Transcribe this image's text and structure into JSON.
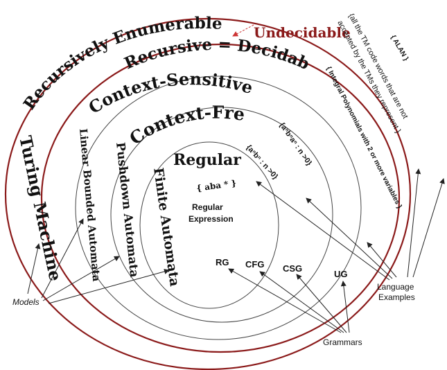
{
  "colors": {
    "outer_ring": "#8b1a1a",
    "inner_ring": "#444444",
    "undecidable_text": "#8b1a1a",
    "dashed_arrow": "#cc3333"
  },
  "languages": {
    "recursively_enumerable": "Recursively Enumerable",
    "recursive_decidable": "Recursive = Decidable",
    "context_sensitive": "Context-Sensitive",
    "context_free": "Context-Free",
    "regular": "Regular",
    "undecidable": "Undecidable"
  },
  "models": {
    "turing_machine": "Turing Machine",
    "linear_bounded_automata": "Linear Bounded Automata",
    "pushdown_automata": "Pushdown Automata",
    "finite_automata": "Finite Automata",
    "caption": "Models"
  },
  "grammars": {
    "rg": "RG",
    "cfg": "CFG",
    "csg": "CSG",
    "ug": "UG",
    "caption": "Grammars"
  },
  "examples": {
    "regular_expression_line1": "Regular",
    "regular_expression_line2": "Expression",
    "regular": "{ aba * }",
    "context_free": "{aⁿbⁿ : n >0}",
    "context_sensitive": "{aⁿbⁿaⁿ : n >0}",
    "recursive": "{ Integral Polynomials with 2 or more variables }",
    "alan": "{ ALAN }",
    "tm_code_words_line1": "{all the TM code words that are not",
    "tm_code_words_line2": "accepted by the TMs they represent }",
    "caption_line1": "Language",
    "caption_line2": "Examples"
  }
}
